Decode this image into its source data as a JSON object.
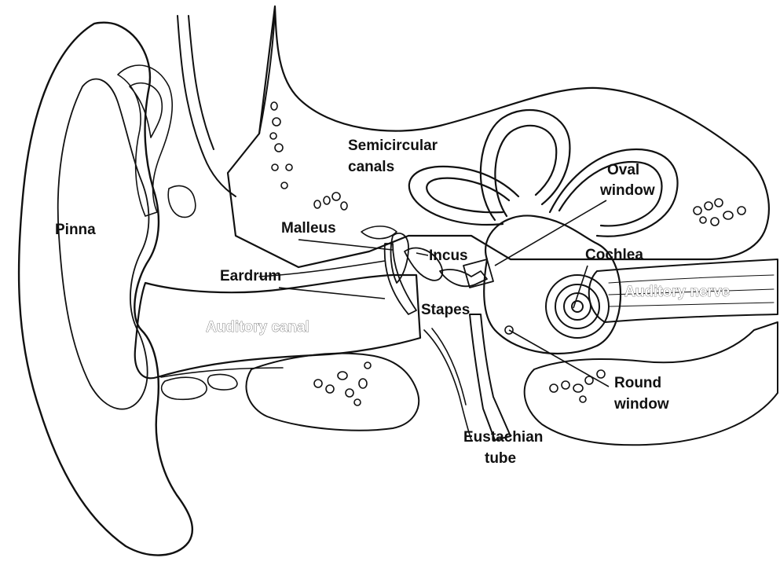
{
  "labels": {
    "pinna": "Pinna",
    "semicircular_canals_line1": "Semicircular",
    "semicircular_canals_line2": "canals",
    "oval_window_line1": "Oval",
    "oval_window_line2": "window",
    "malleus": "Malleus",
    "incus": "Incus",
    "eardrum": "Eardrum",
    "cochlea": "Cochlea",
    "auditory_nerve": "Auditory nerve",
    "auditory_canal": "Auditory canal",
    "stapes": "Stapes",
    "round_window_line1": "Round",
    "round_window_line2": "window",
    "eustachian_tube_line1": "Eustachian",
    "eustachian_tube_line2": "tube"
  },
  "colors": {
    "ink": "#111111",
    "shade_dark": "#3a3a3a",
    "shade_mid": "#8a8a8a",
    "shade_light": "#cfcfcf",
    "paper": "#ffffff"
  }
}
